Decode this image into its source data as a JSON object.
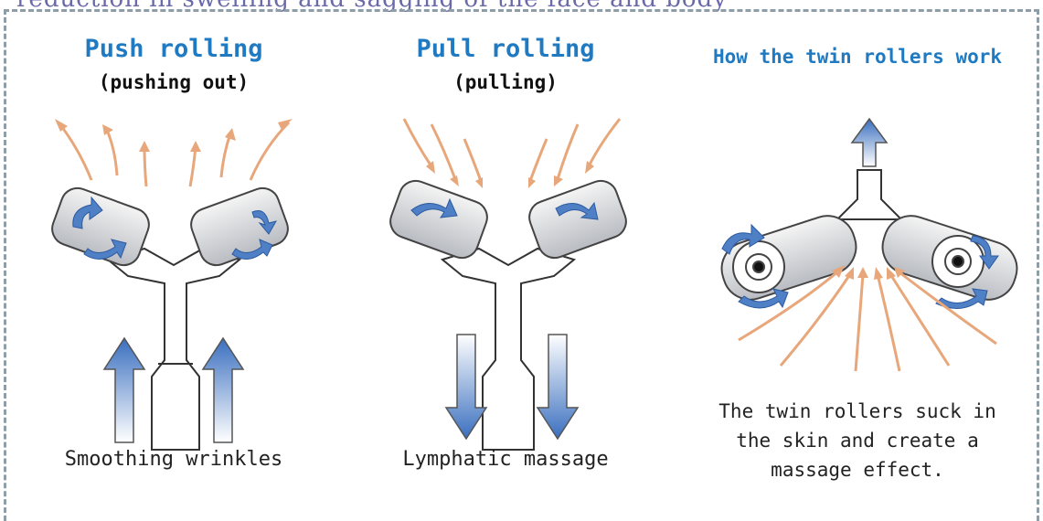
{
  "header_text": "reduction in swelling and sagging of the face and body",
  "panels": {
    "push": {
      "title": "Push rolling",
      "subtitle": "(pushing out)",
      "caption": "Smoothing wrinkles"
    },
    "pull": {
      "title": "Pull rolling",
      "subtitle": "(pulling)",
      "caption": "Lymphatic massage"
    },
    "twin": {
      "title": "How the twin rollers work",
      "caption": "The twin rollers suck in the skin and create a massage effect."
    }
  },
  "colors": {
    "title_blue": "#1f7ac2",
    "arrow_peach": "#e7a77a",
    "arrow_blue": "#4f7fc4",
    "frame": "#8e9ea8"
  }
}
